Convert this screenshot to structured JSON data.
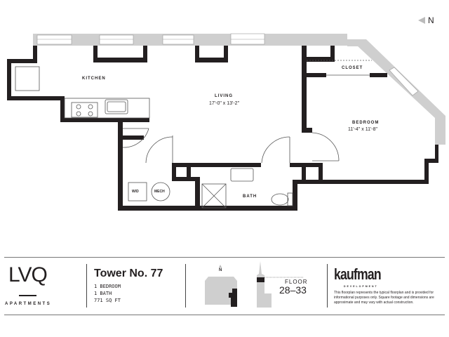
{
  "north_label": "N",
  "rooms": {
    "kitchen": {
      "label": "KITCHEN"
    },
    "living": {
      "label": "LIVING",
      "dimensions": "17'-0\" x 13'-2\""
    },
    "closet": {
      "label": "CLOSET"
    },
    "bedroom": {
      "label": "BEDROOM",
      "dimensions": "11'-4\" x 11'-8\""
    },
    "bath": {
      "label": "BATH"
    },
    "wd": {
      "label": "W/D"
    },
    "mech": {
      "label": "MECH"
    }
  },
  "brand": {
    "logo": "LVQ",
    "subtitle": "APARTMENTS"
  },
  "unit": {
    "name": "Tower No. 77",
    "bedrooms": "1 BEDROOM",
    "baths": "1 BATH",
    "area": "771 SQ FT"
  },
  "keyplan": {
    "north_label": "N",
    "floor_label": "FLOOR",
    "floor_range": "28–33"
  },
  "developer": {
    "name": "kaufman",
    "subtitle": "DEVELOPMENT",
    "disclaimer": "This floorplan represents the typical floorplan and is provided for informational purposes only. Square footage and dimensions are approximate and may vary with actual construction."
  },
  "colors": {
    "wall": "#231f20",
    "window_band": "#cfcfcf"
  }
}
